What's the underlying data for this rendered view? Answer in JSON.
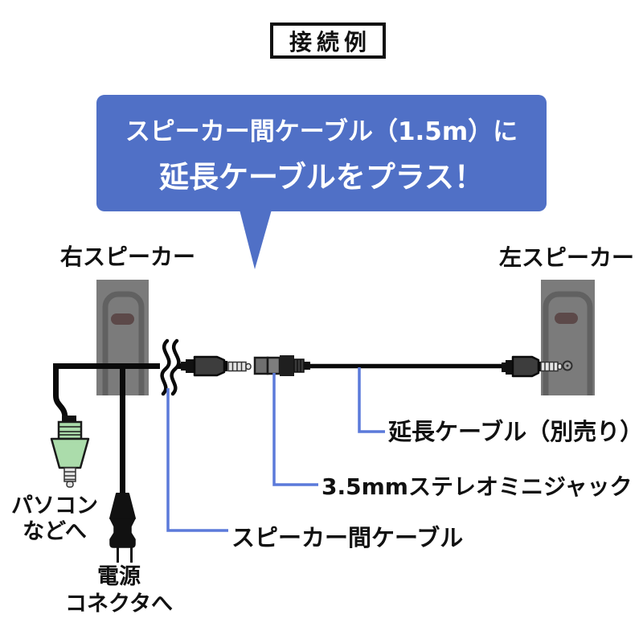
{
  "title": "接続例",
  "callout": {
    "line1": "スピーカー間ケーブル（1.5m）に",
    "line2": "延長ケーブルをプラス！"
  },
  "speakers": {
    "right_label": "右スピーカー",
    "left_label": "左スピーカー"
  },
  "annotations": {
    "extension_cable": "延長ケーブル（別売り）",
    "mini_jack": "3.5mmステレオミニジャック",
    "speaker_cable": "スピーカー間ケーブル",
    "to_pc_line1": "パソコン",
    "to_pc_line2": "などへ",
    "to_power_line1": "電源",
    "to_power_line2": "コネクタへ"
  },
  "icons": {
    "cable_break": "double-S-squiggle",
    "stereo_mini_plug": "3.5mm-striped-tip-plug",
    "extension_jack": "female-jack-block",
    "pc_plug": "green-3.5mm-plug",
    "power_plug": "two-prong-ac-plug"
  },
  "colors": {
    "accent_blue": "#5070c6",
    "leader_blue": "#5b7ada",
    "speaker_gray": "#7b7b7b",
    "speaker_panel_gray": "#616161",
    "badge_brown": "#5c4949",
    "plug_green": "#abdcab",
    "metal_gray": "#e3e3e3",
    "plug_dark": "#3d3d3d",
    "cable_black": "#0a0a0a",
    "text_black": "#111111",
    "background": "#ffffff"
  }
}
